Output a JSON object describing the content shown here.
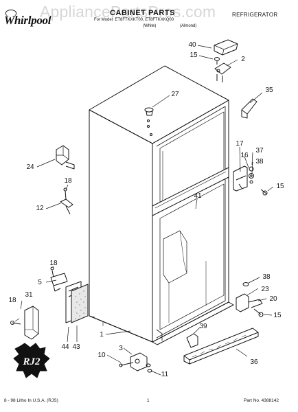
{
  "header": {
    "brand": "Whirlpool",
    "watermark": "AppliancePartsPros.com",
    "title": "CABINET PARTS",
    "subtitle": "For Model: ET8FTKXKT00, ET8FTKXKQ00",
    "color_white": "(White)",
    "color_almond": "(Almond)",
    "doc_type": "REFRIGERATOR"
  },
  "callouts": [
    "40",
    "15",
    "2",
    "27",
    "35",
    "24",
    "17",
    "16",
    "37",
    "38",
    "15",
    "18",
    "41",
    "12",
    "18",
    "5",
    "38",
    "23",
    "20",
    "18",
    "31",
    "15",
    "39",
    "1",
    "36",
    "3",
    "10",
    "11",
    "44",
    "43"
  ],
  "badge": {
    "text": "RJ2"
  },
  "footer": {
    "litho": "8 - 98 Litho In U.S.A. (RJS)",
    "page": "1",
    "part_no": "Part No. 4388142"
  }
}
